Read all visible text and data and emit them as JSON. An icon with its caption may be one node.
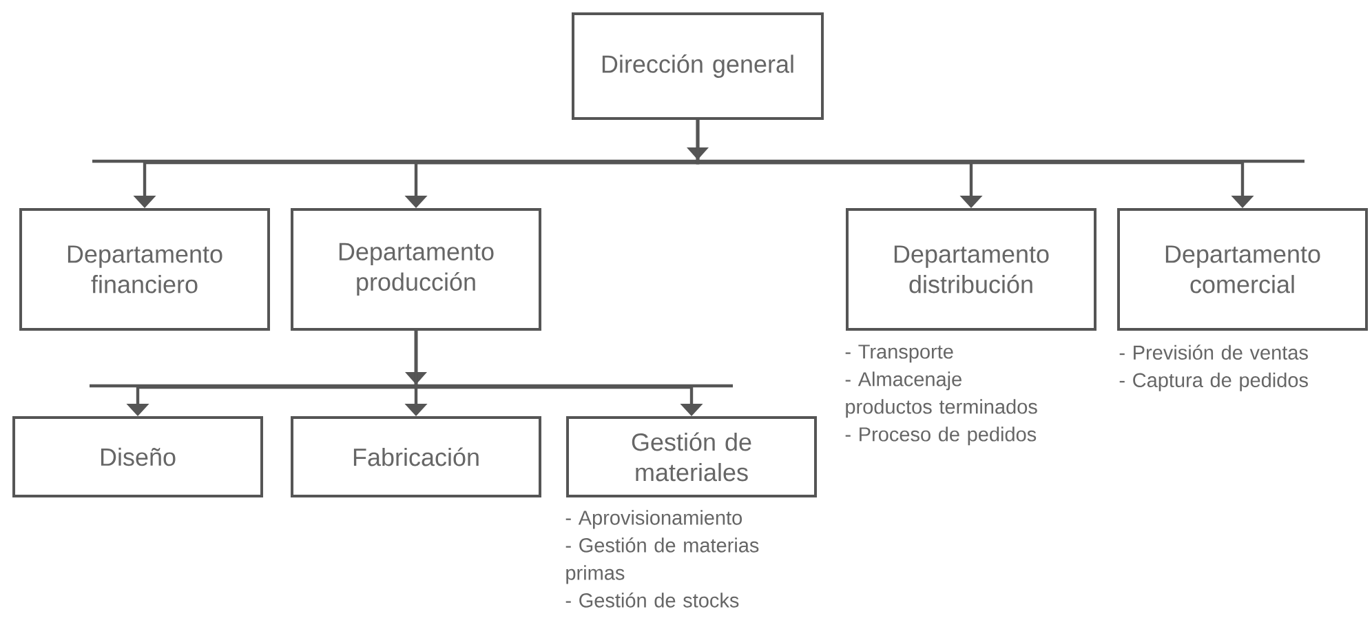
{
  "diagram": {
    "nodes": [
      {
        "text": [
          "Dirección general"
        ]
      },
      {
        "text": [
          "Departamento financiero"
        ]
      },
      {
        "text": [
          "Departamento producción"
        ]
      },
      {
        "text": [
          "Departamento distribución"
        ],
        "beside": [
          "- Transporte",
          "- Almacenaje productos terminados",
          "- Proceso de pedidos"
        ]
      },
      {
        "text": [
          "Departamento comercial"
        ],
        "beside": [
          "- Previsión de ventas",
          "- Captura de pedidos"
        ]
      },
      {
        "text": [
          "Diseño"
        ]
      },
      {
        "text": [
          "Fabricación"
        ]
      },
      {
        "text": [
          "Gestión de materiales"
        ],
        "beside": [
          "- Aprovisionamiento",
          "- Gestión de materias primas",
          "- Gestión de stocks"
        ]
      }
    ],
    "edges": [
      {
        "from": 0,
        "to": 1,
        "arrow": "to"
      },
      {
        "from": 0,
        "to": 2,
        "arrow": "to"
      },
      {
        "from": 0,
        "to": 3,
        "arrow": "to"
      },
      {
        "from": 0,
        "to": 4,
        "arrow": "to"
      },
      {
        "from": 2,
        "to": 5,
        "arrow": "to"
      },
      {
        "from": 2,
        "to": 6,
        "arrow": "to"
      },
      {
        "from": 2,
        "to": 7,
        "arrow": "to"
      }
    ]
  }
}
